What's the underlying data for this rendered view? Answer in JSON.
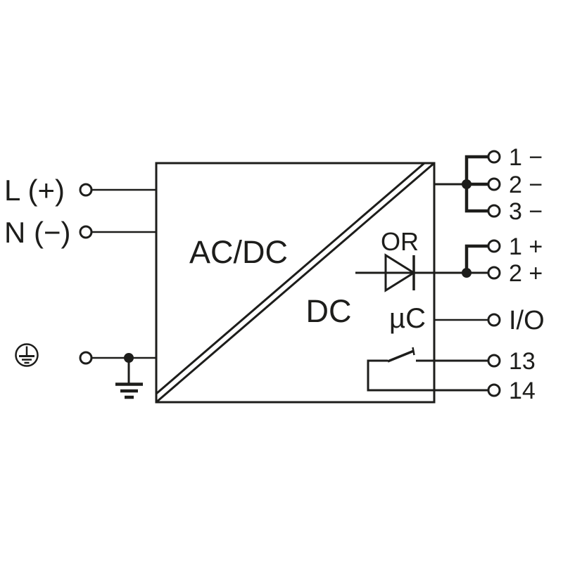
{
  "page": {
    "background_color": "#ffffff",
    "ink_color": "#1d1d1b"
  },
  "diagram": {
    "converter_block": {
      "top_label": "AC/DC",
      "bottom_label": "DC"
    },
    "or_diode_label": "OR",
    "micro_label": "µC",
    "inputs": {
      "line_label": "L (+)",
      "neutral_label": "N (−)"
    },
    "outputs": {
      "minus_terminals": [
        "1 −",
        "2 −",
        "3 −"
      ],
      "plus_terminals": [
        "1 +",
        "2 +"
      ],
      "io_terminal": "I/O",
      "relay_terminals": [
        "13",
        "14"
      ]
    }
  }
}
